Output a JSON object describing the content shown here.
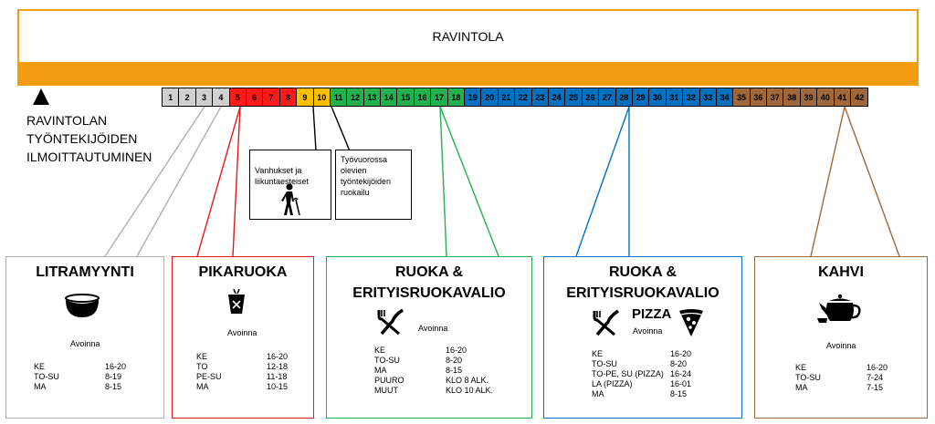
{
  "banner": {
    "label": "RAVINTOLA"
  },
  "staff_note": {
    "text": "RAVINTOLAN\nTYÖNTEKIJÖIDEN\nILMOITTAUTUMINEN"
  },
  "counters": [
    {
      "n": "1",
      "color": "#d0d0d0"
    },
    {
      "n": "2",
      "color": "#d0d0d0"
    },
    {
      "n": "3",
      "color": "#d0d0d0"
    },
    {
      "n": "4",
      "color": "#d0d0d0"
    },
    {
      "n": "5",
      "color": "#ff1a1a"
    },
    {
      "n": "6",
      "color": "#ff1a1a"
    },
    {
      "n": "7",
      "color": "#ff1a1a"
    },
    {
      "n": "8",
      "color": "#ff1a1a"
    },
    {
      "n": "9",
      "color": "#ffc000"
    },
    {
      "n": "10",
      "color": "#ffc000"
    },
    {
      "n": "11",
      "color": "#22b14c"
    },
    {
      "n": "12",
      "color": "#22b14c"
    },
    {
      "n": "13",
      "color": "#22b14c"
    },
    {
      "n": "14",
      "color": "#22b14c"
    },
    {
      "n": "15",
      "color": "#22b14c"
    },
    {
      "n": "16",
      "color": "#22b14c"
    },
    {
      "n": "17",
      "color": "#22b14c"
    },
    {
      "n": "18",
      "color": "#22b14c"
    },
    {
      "n": "19",
      "color": "#0070c0"
    },
    {
      "n": "20",
      "color": "#0070c0"
    },
    {
      "n": "21",
      "color": "#0070c0"
    },
    {
      "n": "22",
      "color": "#0070c0"
    },
    {
      "n": "23",
      "color": "#0070c0"
    },
    {
      "n": "24",
      "color": "#0070c0"
    },
    {
      "n": "25",
      "color": "#0070c0"
    },
    {
      "n": "26",
      "color": "#0070c0"
    },
    {
      "n": "27",
      "color": "#0070c0"
    },
    {
      "n": "28",
      "color": "#0070c0"
    },
    {
      "n": "29",
      "color": "#0070c0"
    },
    {
      "n": "30",
      "color": "#0070c0"
    },
    {
      "n": "31",
      "color": "#0070c0"
    },
    {
      "n": "32",
      "color": "#0070c0"
    },
    {
      "n": "33",
      "color": "#0070c0"
    },
    {
      "n": "34",
      "color": "#0070c0"
    },
    {
      "n": "35",
      "color": "#a0673a"
    },
    {
      "n": "36",
      "color": "#a0673a"
    },
    {
      "n": "37",
      "color": "#a0673a"
    },
    {
      "n": "38",
      "color": "#a0673a"
    },
    {
      "n": "39",
      "color": "#a0673a"
    },
    {
      "n": "40",
      "color": "#a0673a"
    },
    {
      "n": "41",
      "color": "#a0673a"
    },
    {
      "n": "42",
      "color": "#a0673a"
    }
  ],
  "callouts": {
    "elderly": "Vanhukset ja\nliikuntaesteiset",
    "staff": "Työvuorossa\nolevien\ntyöntekijöiden\nruokailu"
  },
  "boxes": {
    "litra": {
      "title": "LITRAMYYNTI",
      "open": "Avoinna",
      "color": "#b0b0b0",
      "icon": "soup-bowl-icon",
      "hours": [
        [
          "KE",
          "16-20"
        ],
        [
          "TO-SU",
          "8-19"
        ],
        [
          "MA",
          "8-15"
        ]
      ]
    },
    "pika": {
      "title": "PIKARUOKA",
      "open": "Avoinna",
      "color": "#e31a1c",
      "icon": "takeout-box-icon",
      "hours": [
        [
          "KE",
          "16-20"
        ],
        [
          "TO",
          "12-18"
        ],
        [
          "PE-SU",
          "11-18"
        ],
        [
          "MA",
          "10-15"
        ]
      ]
    },
    "ruoka1": {
      "title1": "RUOKA &",
      "title2": "ERITYISRUOKAVALIO",
      "open": "Avoinna",
      "color": "#22b14c",
      "icon": "fork-knife-icon",
      "hours": [
        [
          "KE",
          "16-20"
        ],
        [
          "TO-SU",
          "8-20"
        ],
        [
          "MA",
          "8-15"
        ],
        [
          "PUURO",
          "KLO 8 ALK."
        ],
        [
          "MUUT",
          "KLO 10 ALK."
        ]
      ]
    },
    "ruoka2": {
      "title1": "RUOKA &",
      "title2": "ERITYISRUOKAVALIO",
      "pizza": "PIZZA",
      "open": "Avoinna",
      "color": "#0070c0",
      "icon": "fork-knife-icon",
      "hours": [
        [
          "KE",
          "16-20"
        ],
        [
          "TO-SU",
          "8-20"
        ],
        [
          "TO-PE, SU (PIZZA)",
          "16-24"
        ],
        [
          "LA (PIZZA)",
          "16-01"
        ],
        [
          "MA",
          "8-15"
        ]
      ]
    },
    "kahvi": {
      "title": "KAHVI",
      "open": "Avoinna",
      "color": "#a0673a",
      "icon": "teapot-icon",
      "hours": [
        [
          "KE",
          "16-20"
        ],
        [
          "TO-SU",
          "7-24"
        ],
        [
          "MA",
          "7-15"
        ]
      ]
    }
  }
}
